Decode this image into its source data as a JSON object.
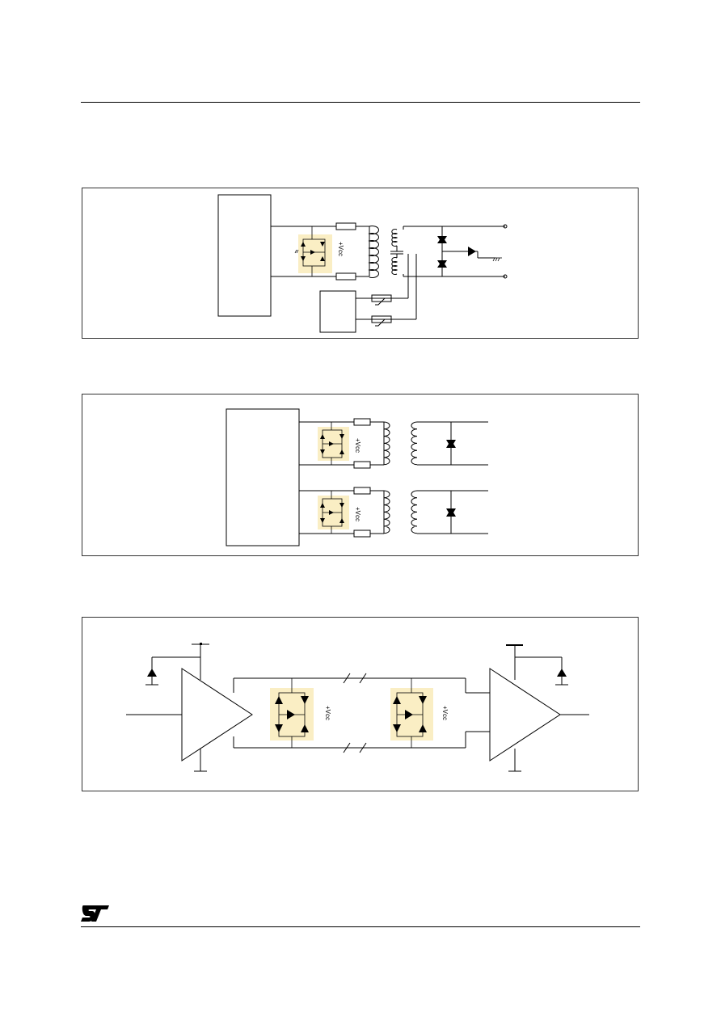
{
  "document": {
    "header_rule": true,
    "footer_rule": true
  },
  "figures": [
    {
      "id": "figure-1",
      "protector_label": "+Vcc"
    },
    {
      "id": "figure-2",
      "protector_label_top": "+Vcc",
      "protector_label_bottom": "+Vcc"
    },
    {
      "id": "figure-3",
      "protector_label_left": "+Vcc",
      "protector_label_right": "+Vcc"
    }
  ],
  "footer": {
    "logo": "ST"
  },
  "colors": {
    "protector_fill": "#faeec4",
    "line": "#000000"
  }
}
